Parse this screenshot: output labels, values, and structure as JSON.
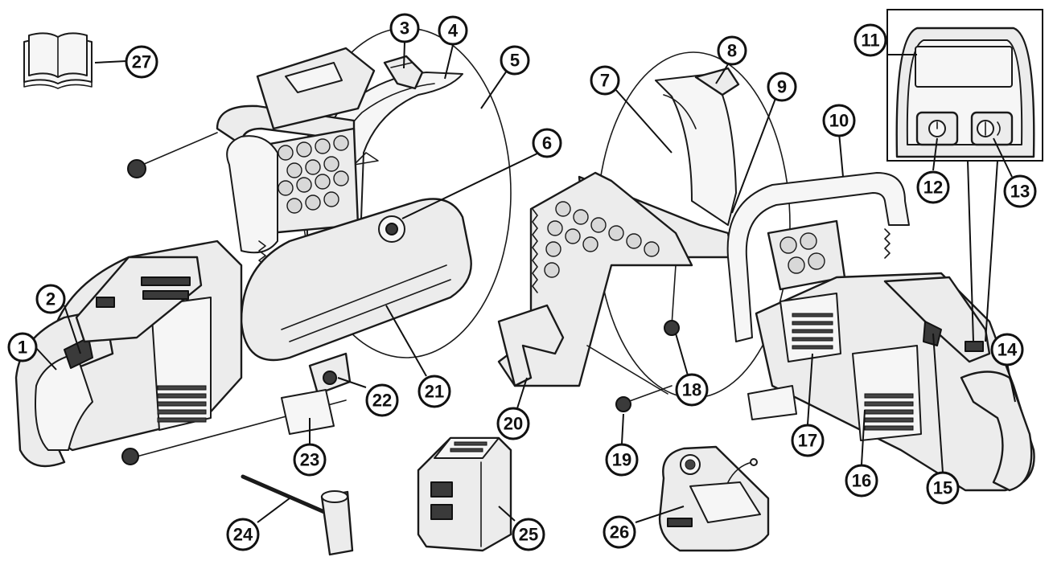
{
  "callouts": [
    {
      "id": "1",
      "label": "1"
    },
    {
      "id": "2",
      "label": "2"
    },
    {
      "id": "3",
      "label": "3"
    },
    {
      "id": "4",
      "label": "4"
    },
    {
      "id": "5",
      "label": "5"
    },
    {
      "id": "6",
      "label": "6"
    },
    {
      "id": "7",
      "label": "7"
    },
    {
      "id": "8",
      "label": "8"
    },
    {
      "id": "9",
      "label": "9"
    },
    {
      "id": "10",
      "label": "10"
    },
    {
      "id": "11",
      "label": "11"
    },
    {
      "id": "12",
      "label": "12"
    },
    {
      "id": "13",
      "label": "13"
    },
    {
      "id": "14",
      "label": "14"
    },
    {
      "id": "15",
      "label": "15"
    },
    {
      "id": "16",
      "label": "16"
    },
    {
      "id": "17",
      "label": "17"
    },
    {
      "id": "18",
      "label": "18"
    },
    {
      "id": "19",
      "label": "19"
    },
    {
      "id": "20",
      "label": "20"
    },
    {
      "id": "21",
      "label": "21"
    },
    {
      "id": "22",
      "label": "22"
    },
    {
      "id": "23",
      "label": "23"
    },
    {
      "id": "24",
      "label": "24"
    },
    {
      "id": "25",
      "label": "25"
    },
    {
      "id": "26",
      "label": "26"
    },
    {
      "id": "27",
      "label": "27"
    }
  ],
  "icons": {
    "manual": "open-book-icon",
    "control_panel": "control-panel-inset"
  },
  "colors": {
    "line": "#1a1a1a",
    "fill": "#ececec",
    "background": "#ffffff"
  }
}
